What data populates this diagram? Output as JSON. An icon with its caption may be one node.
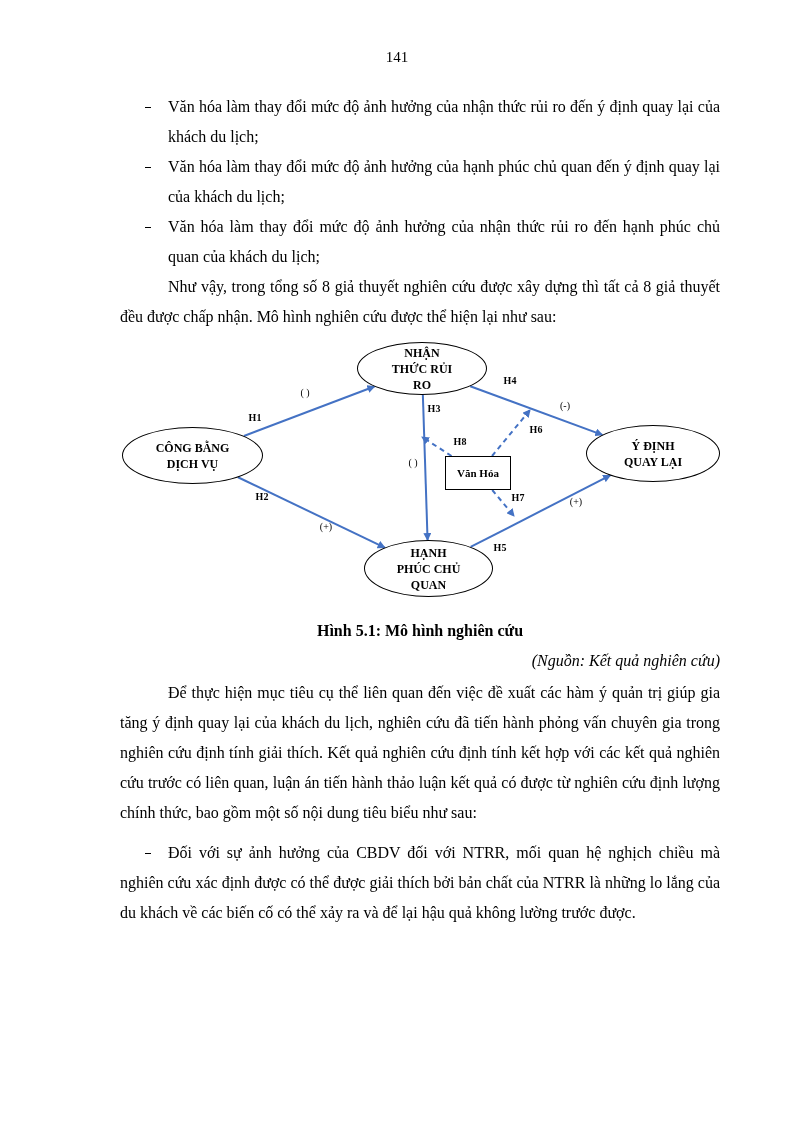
{
  "diagram": {
    "caption": "Hình 5.1: Mô hình nghiên cứu",
    "nodes": [
      {
        "text": [
          "NHẬN THỨC RỦI RO"
        ]
      },
      {
        "text": [
          "CÔNG BẰNG DỊCH VỤ"
        ]
      },
      {
        "text": [
          "Ý ĐỊNH QUAY LẠI"
        ]
      },
      {
        "text": [
          "Văn Hóa"
        ]
      },
      {
        "text": [
          "HẠNH PHÚC CHỦ QUAN"
        ]
      }
    ],
    "edges": [
      {
        "from": 1,
        "to": 0,
        "arrow": "to",
        "label": "H1"
      },
      {
        "from": 1,
        "to": 4,
        "arrow": "to",
        "label": "H2"
      },
      {
        "from": 0,
        "to": 4,
        "arrow": "to",
        "label": "H3"
      },
      {
        "from": 0,
        "to": 2,
        "arrow": "to",
        "label": "H4"
      },
      {
        "from": 4,
        "to": 2,
        "arrow": "to",
        "label": "H5"
      },
      {
        "from": 3,
        "to": null,
        "arrow": "to",
        "label": "H6",
        "style": "dashed"
      },
      {
        "from": 3,
        "to": null,
        "arrow": "to",
        "label": "H7",
        "style": "dashed"
      },
      {
        "from": 3,
        "to": null,
        "arrow": "to",
        "label": "H8",
        "style": "dashed"
      }
    ],
    "labels": [
      "141",
      "Văn hóa làm thay đổi mức độ ảnh hưởng của nhận thức rủi ro đến ý định quay lại của khách du lịch;",
      "Văn hóa làm thay đổi mức độ ảnh hưởng của hạnh phúc chủ quan đến ý định quay lại của khách du lịch;",
      "Văn hóa làm thay đổi mức độ ảnh hưởng của nhận thức rủi ro đến hạnh phúc chủ quan của khách du lịch;",
      "Như vậy, trong tổng số 8 giả thuyết nghiên cứu được xây dựng thì tất cả 8 giả thuyết đều được chấp nhận. Mô hình nghiên cứu được thể hiện lại như sau:",
      "( )",
      "(-)",
      "( )",
      "(+)",
      "(+)",
      "(Nguồn: Kết quả nghiên cứu)",
      "Để thực hiện mục tiêu cụ thể liên quan đến việc đề xuất các hàm ý quản trị giúp gia tăng ý định quay lại của khách du lịch, nghiên cứu đã tiến hành phỏng vấn chuyên gia trong nghiên cứu định tính giải thích. Kết quả nghiên cứu định tính kết hợp với các kết quả nghiên cứu trước có liên quan, luận án tiến hành thảo luận kết quả có được từ nghiên cứu định lượng chính thức, bao gồm một số nội dung tiêu biểu như sau:",
      "Đối với sự ảnh hưởng của CBDV đối với NTRR, mối quan hệ nghịch chiều mà nghiên cứu xác định được có thể được giải thích bởi bản chất của NTRR là những lo lắng của du khách về các biến cố có thể xảy ra và để lại hậu quả không lường trước được."
    ]
  }
}
